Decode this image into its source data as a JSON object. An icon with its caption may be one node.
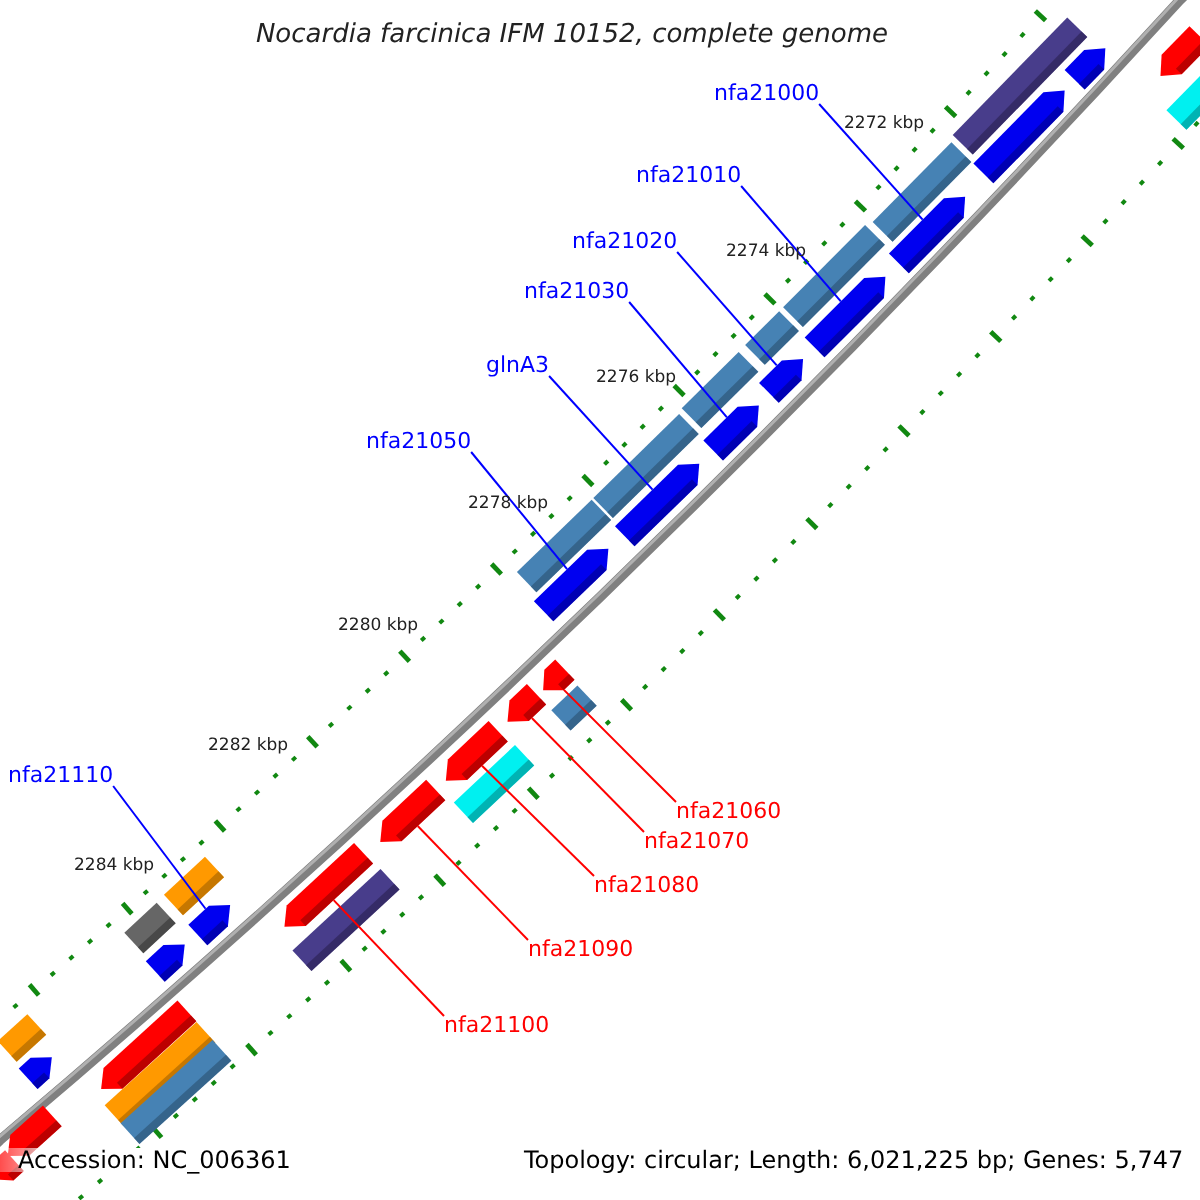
{
  "diagram": {
    "title": "Nocardia farcinica IFM 10152, complete genome",
    "nodes": [
      {
        "text": [
          "nfa21000"
        ]
      },
      {
        "text": [
          "nfa21010"
        ]
      },
      {
        "text": [
          "nfa21020"
        ]
      },
      {
        "text": [
          "nfa21030"
        ]
      },
      {
        "text": [
          "glnA3"
        ]
      },
      {
        "text": [
          "nfa21050"
        ]
      },
      {
        "text": [
          "nfa21110"
        ]
      },
      {
        "text": [
          "nfa21060"
        ]
      },
      {
        "text": [
          "nfa21070"
        ]
      },
      {
        "text": [
          "nfa21080"
        ]
      },
      {
        "text": [
          "nfa21090"
        ]
      },
      {
        "text": [
          "nfa21100"
        ]
      },
      {
        "text": [],
        "shape": "arrow"
      },
      {
        "text": [],
        "shape": "arrow"
      },
      {
        "text": [],
        "shape": "arrow"
      },
      {
        "text": [],
        "shape": "arrow"
      },
      {
        "text": [],
        "shape": "arrow"
      },
      {
        "text": [],
        "shape": "arrow"
      },
      {
        "text": [],
        "shape": "arrow"
      },
      {
        "text": [],
        "shape": "arrow"
      },
      {
        "text": [],
        "shape": "arrow"
      },
      {
        "text": [],
        "shape": "arrow"
      },
      {
        "text": [],
        "shape": "arrow"
      },
      {
        "text": [],
        "shape": "arrow"
      },
      {
        "text": [],
        "shape": "arrow"
      },
      {
        "text": [],
        "shape": "arrow"
      },
      {
        "text": [],
        "shape": "bar"
      },
      {
        "text": [],
        "shape": "bar"
      },
      {
        "text": [],
        "shape": "bar"
      },
      {
        "text": [],
        "shape": "bar"
      },
      {
        "text": [],
        "shape": "bar"
      },
      {
        "text": [],
        "shape": "bar"
      },
      {
        "text": [],
        "shape": "bar"
      },
      {
        "text": [],
        "shape": "bar"
      },
      {
        "text": [],
        "shape": "bar"
      },
      {
        "text": [],
        "shape": "bar"
      },
      {
        "text": [],
        "shape": "bar"
      },
      {
        "text": [],
        "shape": "bar"
      },
      {
        "text": [],
        "shape": "arrow"
      },
      {
        "text": [],
        "shape": "bar"
      },
      {
        "text": [],
        "shape": "arrow"
      },
      {
        "text": [],
        "shape": "arrow"
      },
      {
        "text": [],
        "shape": "bar"
      },
      {
        "text": [],
        "shape": "bar"
      },
      {
        "text": [],
        "shape": "arrow"
      },
      {
        "text": [],
        "shape": "arrow"
      },
      {
        "text": [],
        "shape": "arrow"
      },
      {
        "text": [],
        "shape": "bar"
      }
    ],
    "edges": [
      {
        "from": 0,
        "to": 12,
        "arrow": "none"
      },
      {
        "from": 1,
        "to": 13,
        "arrow": "none"
      },
      {
        "from": 2,
        "to": 14,
        "arrow": "none"
      },
      {
        "from": 3,
        "to": 15,
        "arrow": "none"
      },
      {
        "from": 4,
        "to": 16,
        "arrow": "none"
      },
      {
        "from": 5,
        "to": 17,
        "arrow": "none"
      },
      {
        "from": 6,
        "to": 18,
        "arrow": "none"
      },
      {
        "from": 7,
        "to": 19,
        "arrow": "none",
        "color": "#ff0000"
      },
      {
        "from": 8,
        "to": 20,
        "arrow": "none",
        "color": "#ff0000"
      },
      {
        "from": 9,
        "to": 21,
        "arrow": "none",
        "color": "#ff0000"
      },
      {
        "from": 10,
        "to": 22,
        "arrow": "none",
        "color": "#ff0000"
      },
      {
        "from": 11,
        "to": 23,
        "arrow": "none",
        "color": "#ff0000"
      }
    ],
    "labels": [
      "2272 kbp",
      "2274 kbp",
      "2276 kbp",
      "2278 kbp",
      "2280 kbp",
      "2282 kbp",
      "2284 kbp",
      "Accession: NC_006361",
      "Topology: circular; Length: 6,021,225 bp; Genes: 5,747"
    ]
  }
}
